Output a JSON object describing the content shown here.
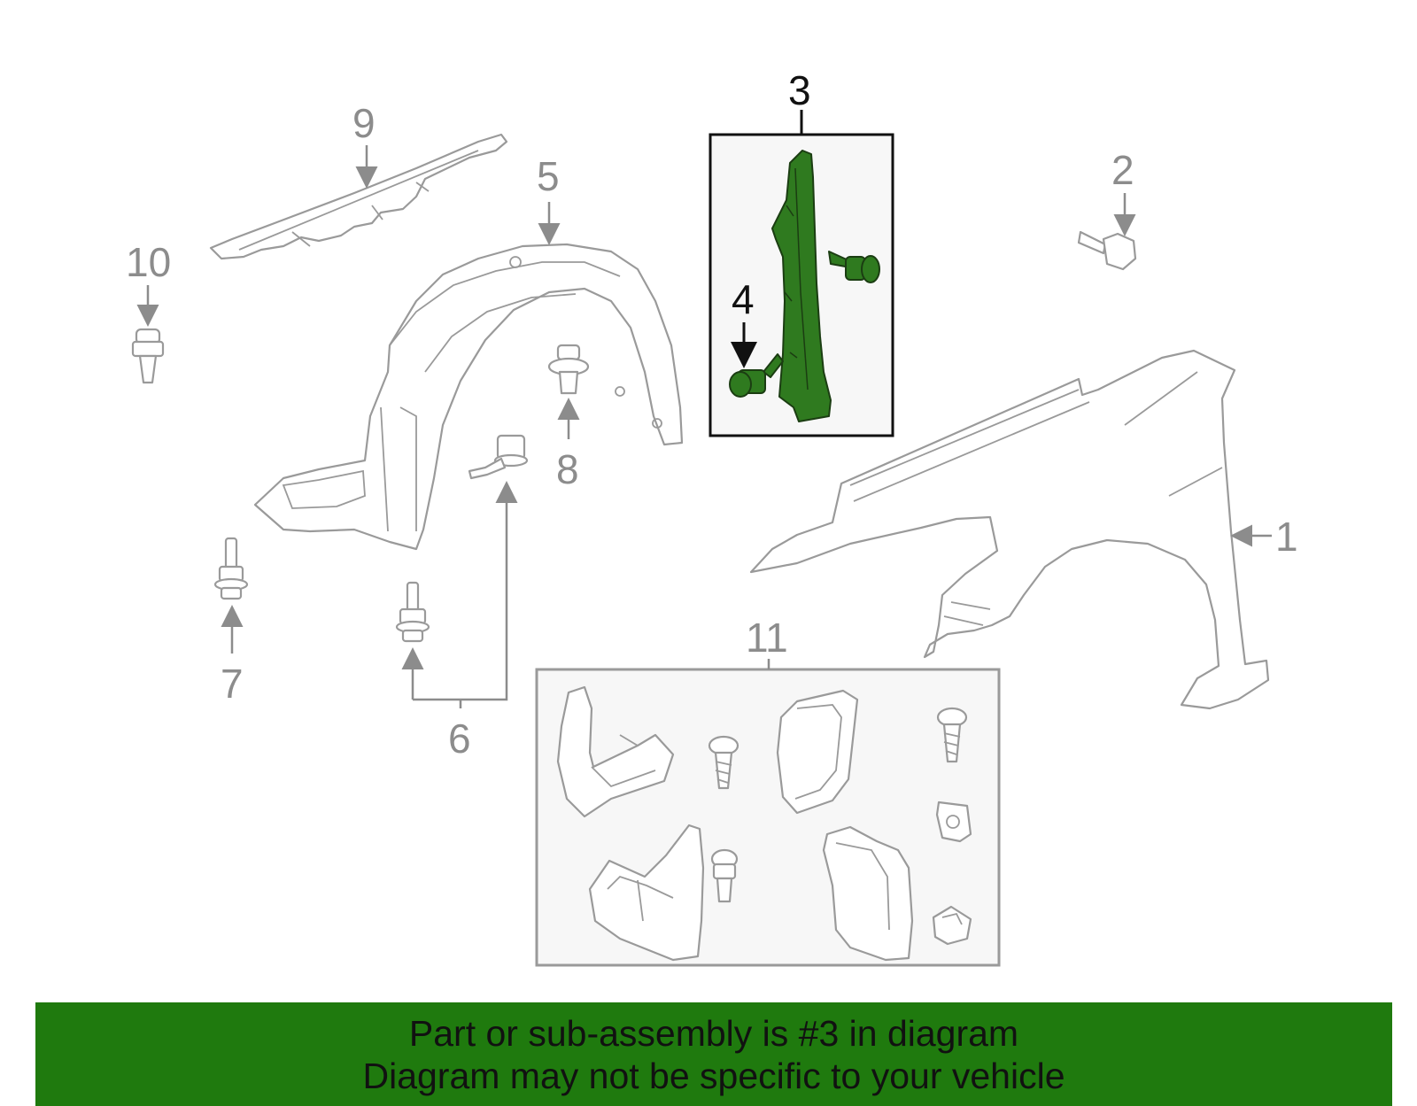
{
  "callouts": {
    "c1": "1",
    "c2": "2",
    "c3": "3",
    "c4": "4",
    "c5": "5",
    "c6": "6",
    "c7": "7",
    "c8": "8",
    "c9": "9",
    "c10": "10",
    "c11": "11"
  },
  "highlight": {
    "selected_callout": "3",
    "color": "#2f7a1f"
  },
  "banner": {
    "line1": "Part or sub-assembly is #3 in diagram",
    "line2": "Diagram may not be specific to your vehicle",
    "background": "#1f7a0e"
  }
}
